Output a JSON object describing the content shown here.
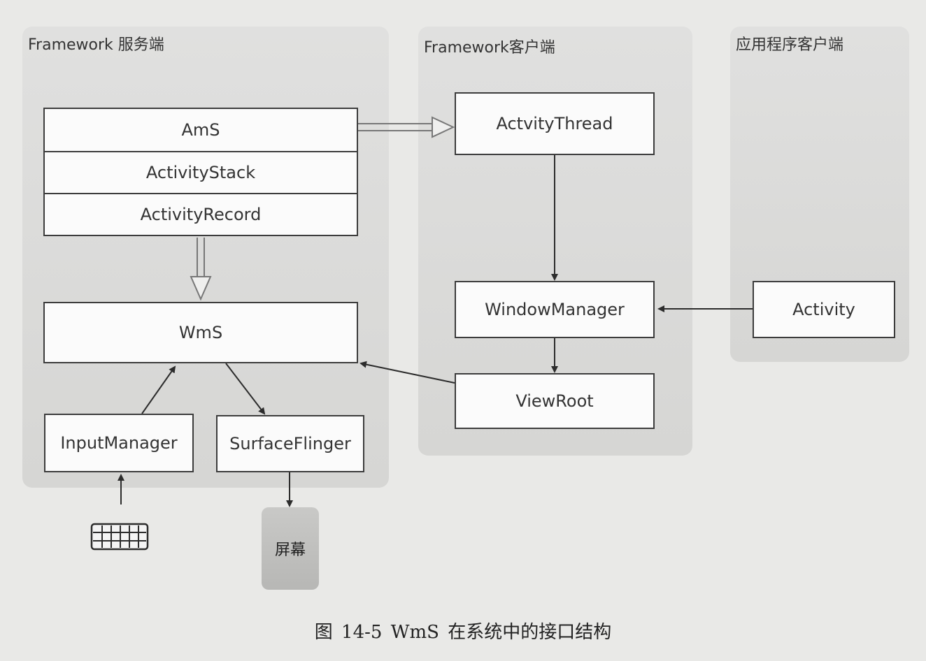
{
  "panels": {
    "server": {
      "title": "Framework 服务端"
    },
    "client": {
      "title": "Framework客户端"
    },
    "app": {
      "title": "应用程序客户端"
    }
  },
  "server": {
    "ams_stack": [
      "AmS",
      "ActivityStack",
      "ActivityRecord"
    ],
    "wms": "WmS",
    "input_manager": "InputManager",
    "surface_flinger": "SurfaceFlinger"
  },
  "client": {
    "activity_thread": "ActvityThread",
    "window_manager": "WindowManager",
    "view_root": "ViewRoot"
  },
  "app": {
    "activity": "Activity"
  },
  "screen": "屏幕",
  "keyboard": {
    "icon": "keyboard-icon"
  },
  "caption": "图 14-5   WmS 在系统中的接口结构"
}
